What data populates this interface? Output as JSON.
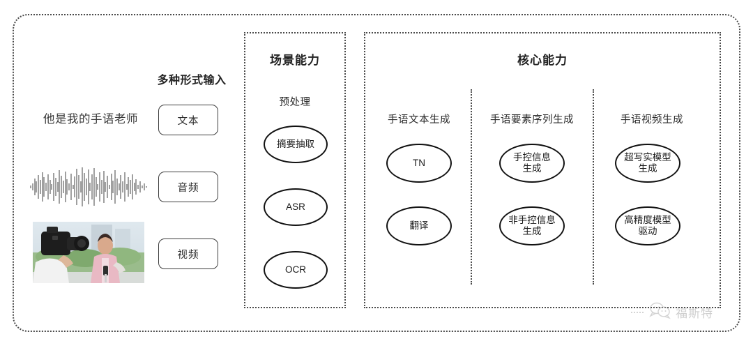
{
  "left_column": {
    "heading": "多种形式输入",
    "sample_text": "他是我的手语老师",
    "type_boxes": [
      {
        "label": "文本"
      },
      {
        "label": "音频"
      },
      {
        "label": "视频"
      }
    ],
    "waveform_name": "audio-waveform",
    "thumbnail_name": "video-thumbnail"
  },
  "scene_panel": {
    "title": "场景能力",
    "section_label": "预处理",
    "nodes": [
      {
        "label": "摘要抽取"
      },
      {
        "label": "ASR"
      },
      {
        "label": "OCR"
      }
    ]
  },
  "core_panel": {
    "title": "核心能力",
    "columns": [
      {
        "label": "手语文本生成",
        "nodes": [
          {
            "label": "TN"
          },
          {
            "label": "翻译"
          }
        ]
      },
      {
        "label": "手语要素序列生成",
        "nodes": [
          {
            "label": "手控信息\n生成"
          },
          {
            "label": "非手控信息\n生成"
          }
        ]
      },
      {
        "label": "手语视频生成",
        "nodes": [
          {
            "label": "超写实模型\n生成"
          },
          {
            "label": "高精度模型\n驱动"
          }
        ]
      }
    ]
  },
  "watermark": {
    "text": "福斯特"
  },
  "colors": {
    "frame": "#4a4a4a",
    "node_border": "#111111",
    "box_border": "#3c3c3c",
    "text": "#2b2b2b",
    "watermark": "#8d8d8d",
    "background": "#ffffff"
  }
}
